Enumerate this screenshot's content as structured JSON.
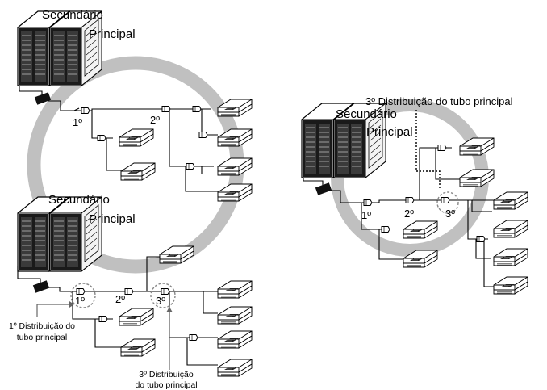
{
  "labels": {
    "secundario": "Secundário",
    "principal": "Principal",
    "first": "1º",
    "second": "2º",
    "third": "3º",
    "note_first_line1": "1º Distribuição do",
    "note_first_line2": "tubo principal",
    "note_third_line1": "3º Distribuição",
    "note_third_line2": "do tubo principal",
    "right_title": "3º Distribuição do tubo principal"
  },
  "icons": {
    "outdoor_unit": "outdoor-unit-icon",
    "indoor_unit": "cassette-indoor-unit-icon",
    "branch": "branch-joint-icon",
    "ring": "ring-highlight"
  },
  "colors": {
    "ring": "#bdbdbd",
    "line": "#000000",
    "dashed_circle": "#8a8a8a"
  }
}
